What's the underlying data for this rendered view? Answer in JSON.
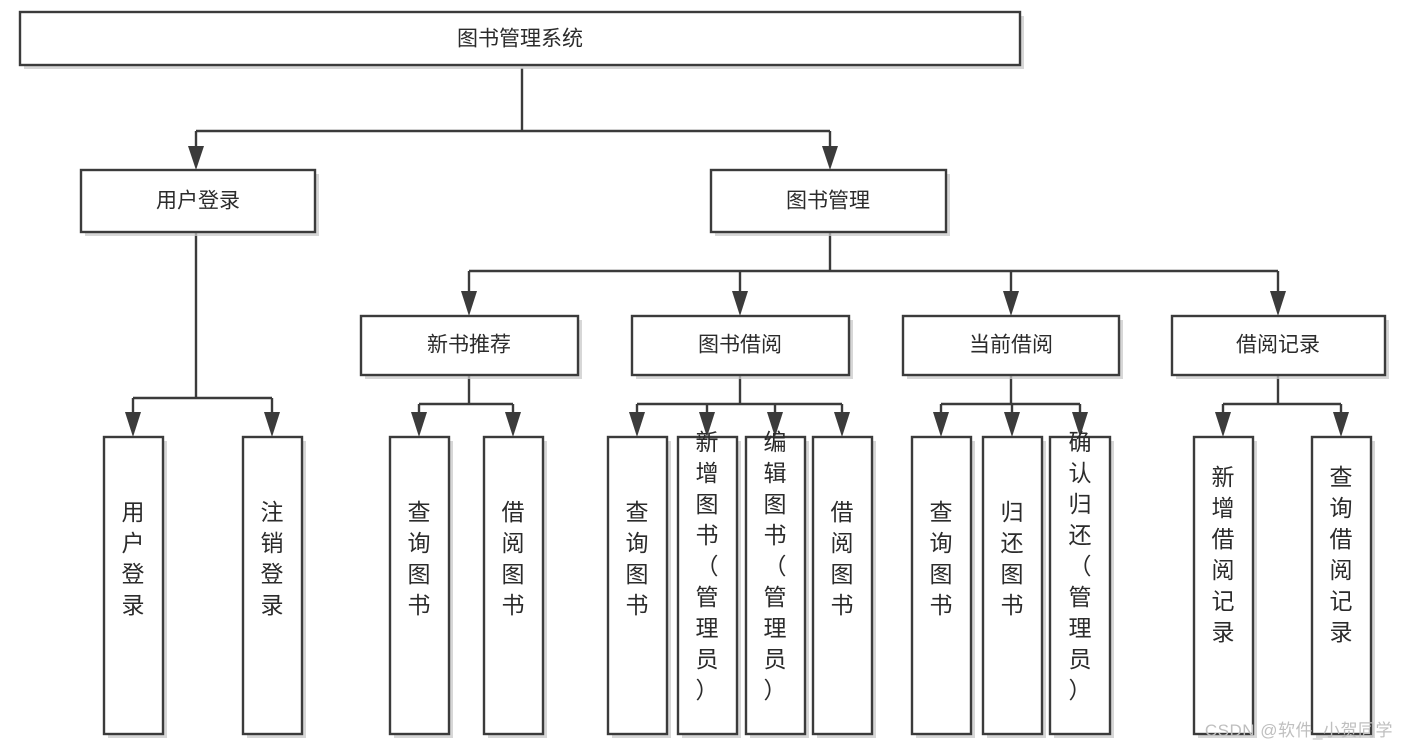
{
  "diagram": {
    "type": "tree-hierarchy-chart",
    "title": "图书管理系统",
    "colors": {
      "stroke": "#3b3b3b",
      "fill": "#ffffff",
      "text": "#2b2b2b",
      "watermark": "#bfbfbf",
      "background": "#ffffff"
    },
    "watermark": "CSDN @软件_小贺同学",
    "levels": {
      "root": {
        "label": "图书管理系统"
      },
      "level1": [
        {
          "label": "用户登录"
        },
        {
          "label": "图书管理"
        }
      ],
      "level2": [
        {
          "label": "新书推荐"
        },
        {
          "label": "图书借阅"
        },
        {
          "label": "当前借阅"
        },
        {
          "label": "借阅记录"
        }
      ],
      "leaves": {
        "user_login": [
          {
            "label": "用户登录"
          },
          {
            "label": "注销登录"
          }
        ],
        "new_book_recommend": [
          {
            "label": "查询图书"
          },
          {
            "label": "借阅图书"
          }
        ],
        "book_borrow": [
          {
            "label": "查询图书"
          },
          {
            "label": "新增图书（管理员）"
          },
          {
            "label": "编辑图书（管理员）"
          },
          {
            "label": "借阅图书"
          }
        ],
        "current_borrow": [
          {
            "label": "查询图书"
          },
          {
            "label": "归还图书"
          },
          {
            "label": "确认归还（管理员）"
          }
        ],
        "borrow_record": [
          {
            "label": "新增借阅记录"
          },
          {
            "label": "查询借阅记录"
          }
        ]
      }
    }
  }
}
